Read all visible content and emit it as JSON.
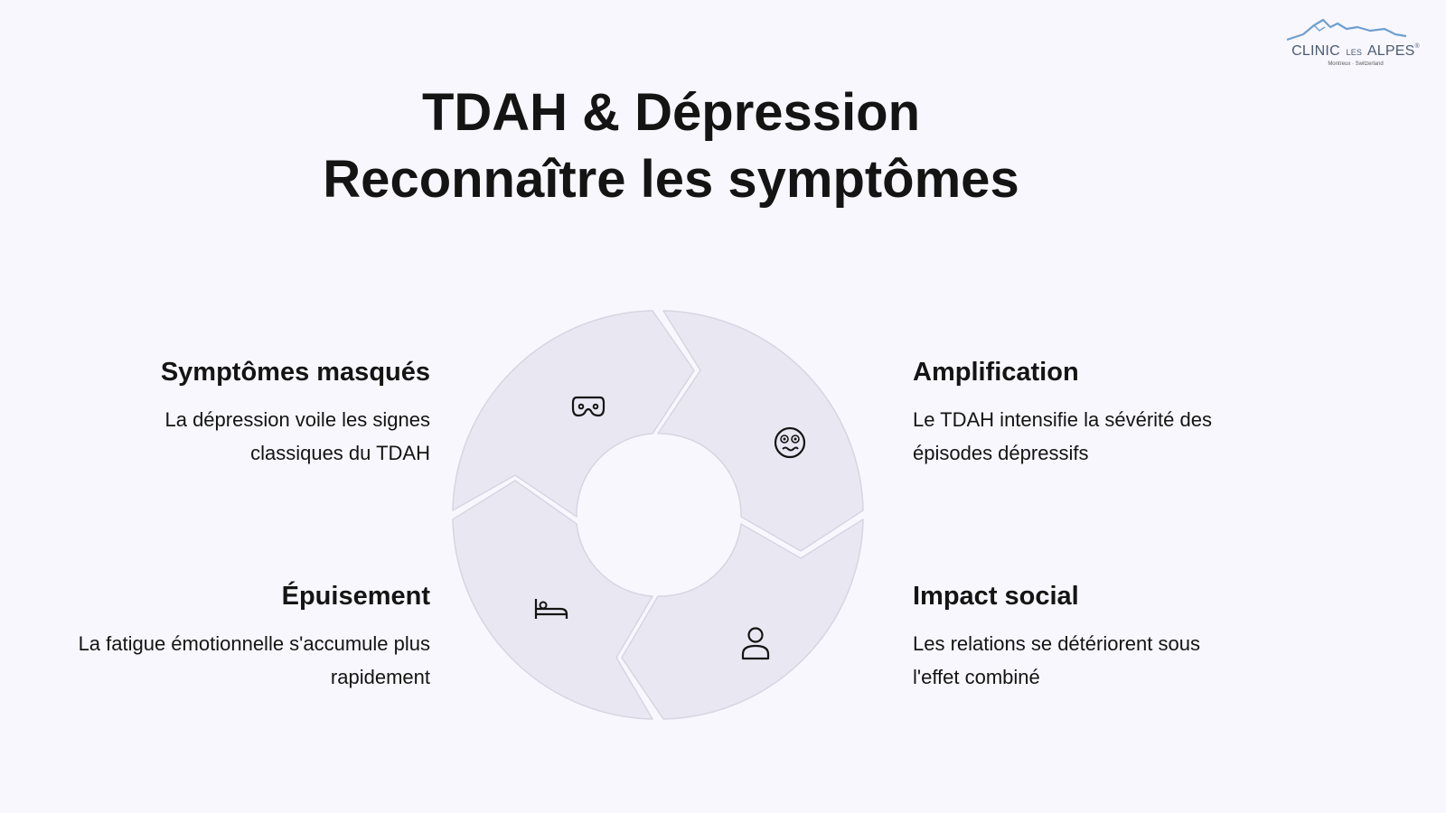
{
  "logo": {
    "name": "CLINIC",
    "les": "LES",
    "alpes": "ALPES",
    "registered": "®",
    "location": "Montreux · Switzerland"
  },
  "title": {
    "line1": "TDAH & Dépression",
    "line2": "Reconnaître les symptômes"
  },
  "quadrants": [
    {
      "title": "Symptômes masqués",
      "desc": "La dépression voile les signes classiques du TDAH",
      "icon": "mask-icon"
    },
    {
      "title": "Amplification",
      "desc": "Le TDAH intensifie la sévérité des épisodes dépressifs",
      "icon": "dizzy-face-icon"
    },
    {
      "title": "Épuisement",
      "desc": "La fatigue émotionnelle s'accumule plus rapidement",
      "icon": "bed-icon"
    },
    {
      "title": "Impact social",
      "desc": "Les relations se détériorent sous l'effet combiné",
      "icon": "person-icon"
    }
  ],
  "colors": {
    "background": "#f8f7fe",
    "segment_fill": "#e9e8f2",
    "segment_stroke": "#d6d5e2",
    "logo_blue": "#6f9fd0"
  }
}
